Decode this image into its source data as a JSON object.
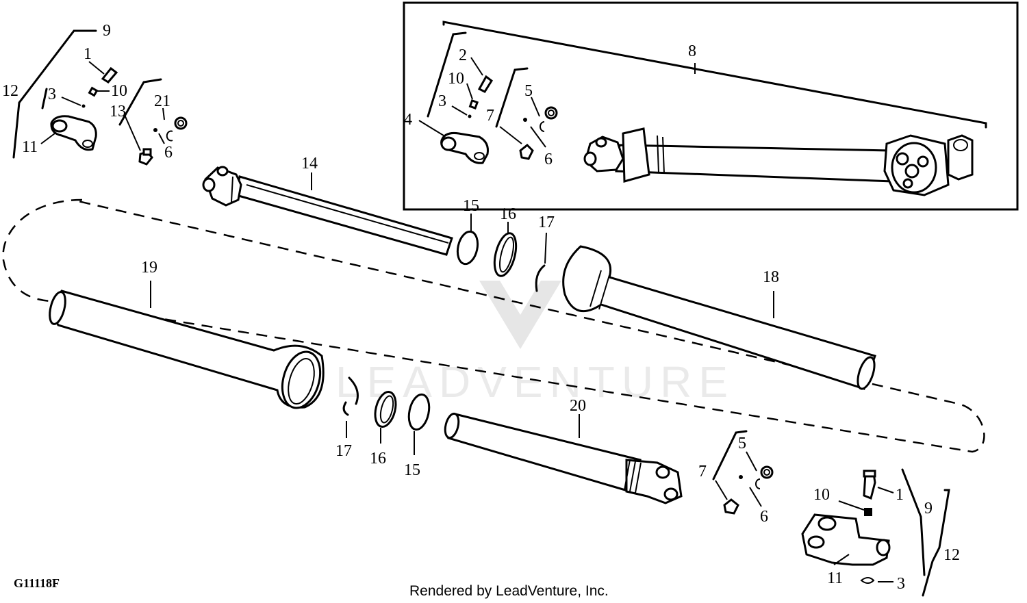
{
  "figure_code": "G11118F",
  "footer": "Rendered by LeadVenture, Inc.",
  "watermark": "LEADVENTURE",
  "callouts": {
    "c1_top": "1",
    "c2_box": "2",
    "c3_top": "3",
    "c3_box": "3",
    "c3_bottom": "3",
    "c4_box": "4",
    "c5_box": "5",
    "c5_bottom": "5",
    "c6_top": "6",
    "c6_box": "6",
    "c6_bottom": "6",
    "c7_box": "7",
    "c7_bottom": "7",
    "c8_box": "8",
    "c9_top": "9",
    "c9_bottom": "9",
    "c10_top": "10",
    "c10_box": "10",
    "c10_bottom": "10",
    "c11_top": "11",
    "c11_bottom": "11",
    "c12_top": "12",
    "c12_bottom": "12",
    "c13_top": "13",
    "c14": "14",
    "c15_upper": "15",
    "c15_lower": "15",
    "c16_upper": "16",
    "c16_lower": "16",
    "c17_upper": "17",
    "c17_lower": "17",
    "c18": "18",
    "c19": "19",
    "c20": "20",
    "c21_top": "21",
    "c1_bottom": "1"
  }
}
